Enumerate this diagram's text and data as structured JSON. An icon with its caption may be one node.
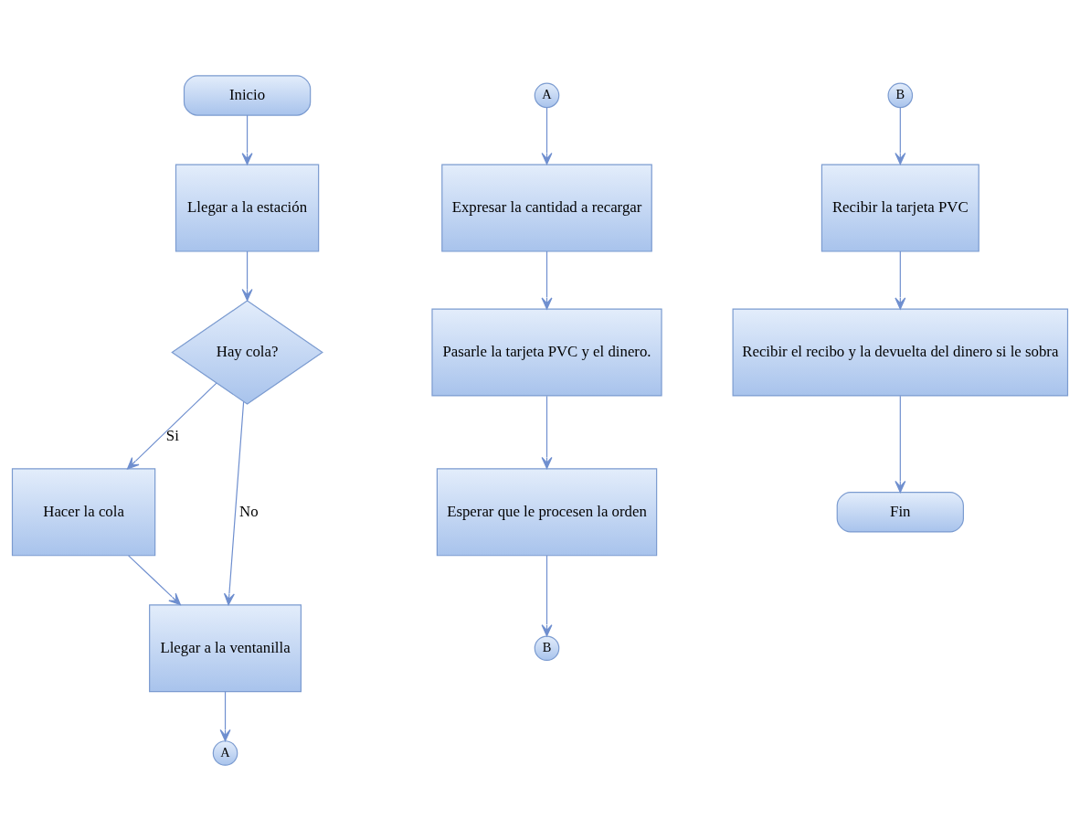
{
  "diagram": {
    "nodes": [
      {
        "text": [
          "Inicio"
        ]
      },
      {
        "text": [
          "Llegar a la estación"
        ]
      },
      {
        "text": [
          "Hay cola?"
        ]
      },
      {
        "text": [
          "Hacer la cola"
        ]
      },
      {
        "text": [
          "Llegar a la ventanilla"
        ]
      },
      {
        "text": [
          "A"
        ]
      },
      {
        "text": [
          "A"
        ]
      },
      {
        "text": [
          "Expresar la cantidad a recargar"
        ]
      },
      {
        "text": [
          "Pasarle la tarjeta PVC y el dinero."
        ]
      },
      {
        "text": [
          "Esperar que le procesen la orden"
        ]
      },
      {
        "text": [
          "B"
        ]
      },
      {
        "text": [
          "B"
        ]
      },
      {
        "text": [
          "Recibir la tarjeta PVC"
        ]
      },
      {
        "text": [
          "Recibir el recibo y la devuelta del dinero si le sobra"
        ]
      },
      {
        "text": [
          "Fin"
        ]
      }
    ],
    "edges": [
      {
        "from": 0,
        "to": 1,
        "arrow": "to"
      },
      {
        "from": 1,
        "to": 2,
        "arrow": "to"
      },
      {
        "from": 2,
        "to": 3,
        "arrow": "to",
        "label": "Si"
      },
      {
        "from": 2,
        "to": 4,
        "arrow": "to",
        "label": "No"
      },
      {
        "from": 3,
        "to": 4,
        "arrow": "to"
      },
      {
        "from": 4,
        "to": 5,
        "arrow": "to"
      },
      {
        "from": 6,
        "to": 7,
        "arrow": "to"
      },
      {
        "from": 7,
        "to": 8,
        "arrow": "to"
      },
      {
        "from": 8,
        "to": 9,
        "arrow": "to"
      },
      {
        "from": 9,
        "to": 10,
        "arrow": "to"
      },
      {
        "from": 11,
        "to": 12,
        "arrow": "to"
      },
      {
        "from": 12,
        "to": 13,
        "arrow": "to"
      },
      {
        "from": 13,
        "to": 14,
        "arrow": "to"
      }
    ]
  }
}
